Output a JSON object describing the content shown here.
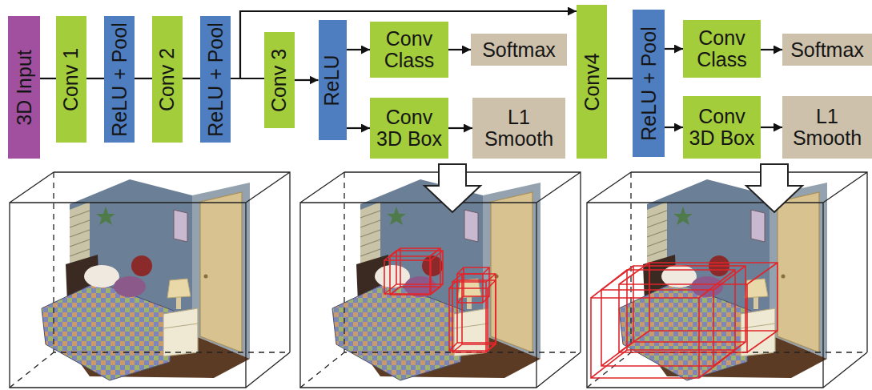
{
  "diagram": {
    "nodes": [
      {
        "text": [
          "3D Input"
        ]
      },
      {
        "text": [
          "Conv 1"
        ]
      },
      {
        "text": [
          "ReLU + Pool"
        ]
      },
      {
        "text": [
          "Conv 2"
        ]
      },
      {
        "text": [
          "ReLU + Pool"
        ]
      },
      {
        "text": [
          "Conv 3"
        ]
      },
      {
        "text": [
          "ReLU"
        ]
      },
      {
        "text": [
          "Conv Class"
        ]
      },
      {
        "text": [
          "Softmax"
        ]
      },
      {
        "text": [
          "Conv 3D Box"
        ]
      },
      {
        "text": [
          "L1 Smooth"
        ]
      },
      {
        "text": [
          "Conv4"
        ]
      },
      {
        "text": [
          "ReLU + Pool"
        ]
      },
      {
        "text": [
          "Conv Class"
        ]
      },
      {
        "text": [
          "Softmax"
        ]
      },
      {
        "text": [
          "Conv 3D Box"
        ]
      },
      {
        "text": [
          "L1 Smooth"
        ]
      }
    ],
    "edges": [
      {
        "from": 0,
        "to": 1,
        "arrow": "none"
      },
      {
        "from": 1,
        "to": 2,
        "arrow": "none"
      },
      {
        "from": 2,
        "to": 3,
        "arrow": "none"
      },
      {
        "from": 3,
        "to": 4,
        "arrow": "none"
      },
      {
        "from": 4,
        "to": 5,
        "arrow": "none"
      },
      {
        "from": 4,
        "to": 11,
        "arrow": "to"
      },
      {
        "from": 5,
        "to": 6,
        "arrow": "to"
      },
      {
        "from": 6,
        "to": 7,
        "arrow": "to"
      },
      {
        "from": 6,
        "to": 9,
        "arrow": "to"
      },
      {
        "from": 7,
        "to": 8,
        "arrow": "to"
      },
      {
        "from": 9,
        "to": 10,
        "arrow": "to"
      },
      {
        "from": 11,
        "to": 12,
        "arrow": "none"
      },
      {
        "from": 12,
        "to": 13,
        "arrow": "to"
      },
      {
        "from": 12,
        "to": 15,
        "arrow": "to"
      },
      {
        "from": 13,
        "to": 14,
        "arrow": "to"
      },
      {
        "from": 15,
        "to": 16,
        "arrow": "to"
      }
    ]
  }
}
